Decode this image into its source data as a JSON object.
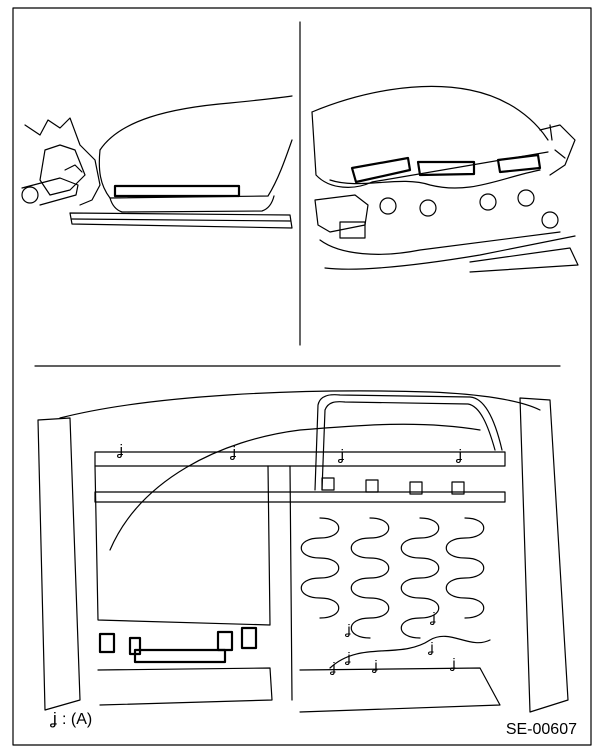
{
  "figure": {
    "legend_marker": "ʝ",
    "legend_text": ": (A)",
    "figure_code": "SE-00607"
  }
}
